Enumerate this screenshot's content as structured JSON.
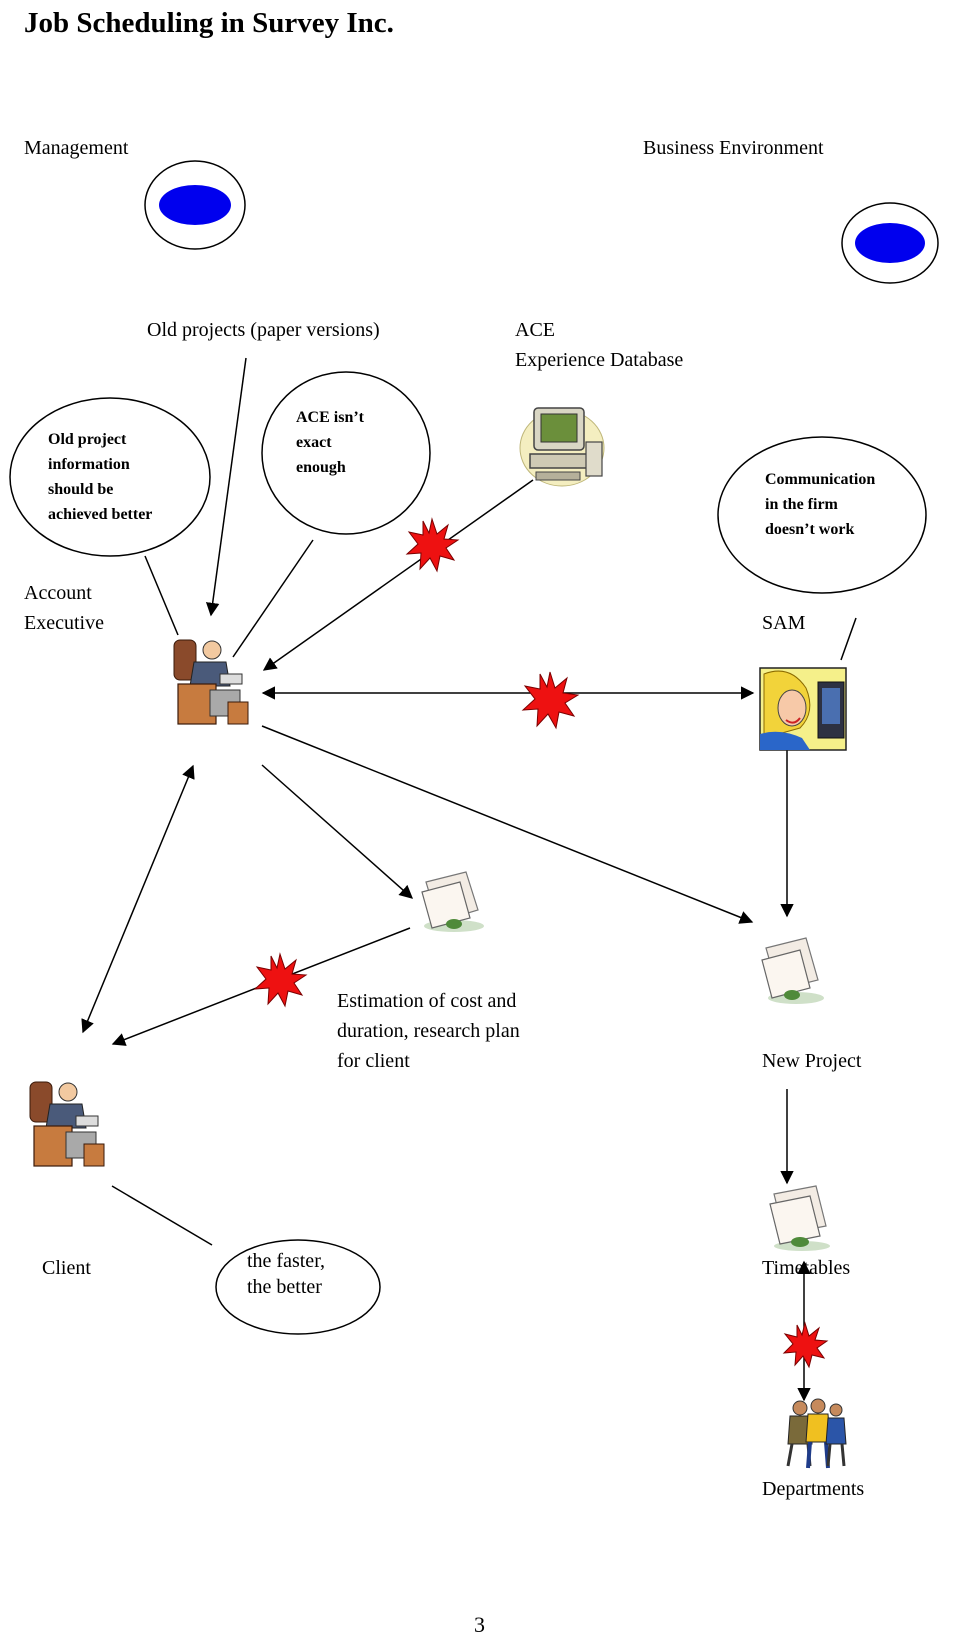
{
  "title": "Job Scheduling in Survey Inc.",
  "page_number": "3",
  "labels": {
    "management": "Management",
    "business_environment": "Business Environment",
    "old_projects": "Old projects (paper versions)",
    "ace_database": "ACE\nExperience Database",
    "account_executive": "Account\nExecutive",
    "sam": "SAM",
    "estimation": "Estimation of cost and\nduration, research plan\nfor client",
    "new_project": "New Project",
    "client": "Client",
    "timetables": "Timetables",
    "departments": "Departments"
  },
  "bubbles": {
    "old_project_info": "Old project\ninformation\nshould be\nachieved better",
    "ace_not_exact": "ACE  isn’t\nexact\nenough",
    "communication": "Communication\nin the firm\ndoesn’t work",
    "faster_better": "the faster,\nthe better"
  },
  "colors": {
    "node_blue": "#0000ee",
    "conflict_red": "#ee1111",
    "line": "#000000"
  },
  "icons": {
    "management": "blue-ellipse-node",
    "business_environment": "blue-ellipse-node",
    "ace_database": "computer-icon",
    "account_executive": "person-at-desk-icon",
    "sam": "woman-at-computer-icon",
    "estimation": "document-icon",
    "new_project": "document-icon",
    "client": "person-at-desk-icon",
    "timetables": "document-icon",
    "departments": "people-group-icon",
    "conflict": "red-starburst-icon"
  }
}
